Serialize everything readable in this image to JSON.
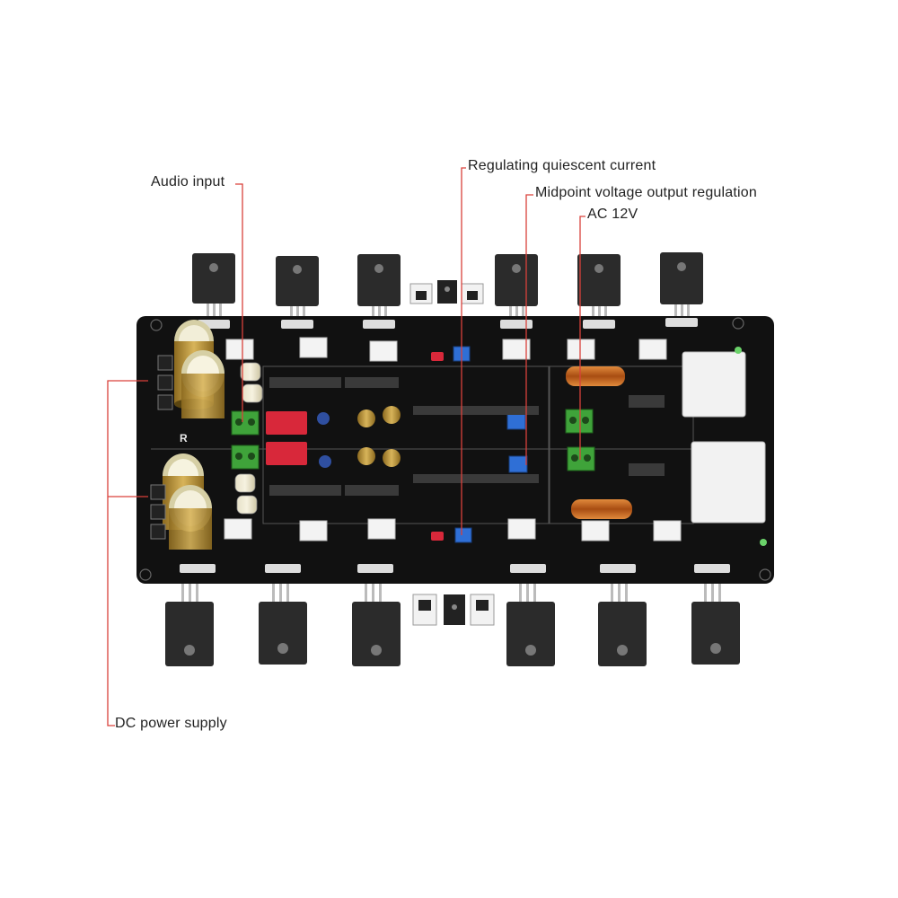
{
  "callouts": {
    "audio_input": "Audio input",
    "regulating_quiescent_current": "Regulating quiescent current",
    "midpoint_voltage": "Midpoint voltage output regulation",
    "ac_12v": "AC 12V",
    "dc_power_supply": "DC power supply"
  },
  "board": {
    "channel_mark": "R"
  },
  "colors": {
    "pcb": "#111111",
    "silkscreen": "#e8e8e8",
    "leader_line": "#d9413b",
    "terminal_green": "#3fa33a",
    "trimmer_blue": "#2f6fd6",
    "film_cap_red": "#d8283a",
    "relay_white": "#f2f2f2",
    "inductor_copper": "#c8661f",
    "capacitor_gold": "#c9a24a",
    "transistor_body": "#2a2a2a"
  }
}
